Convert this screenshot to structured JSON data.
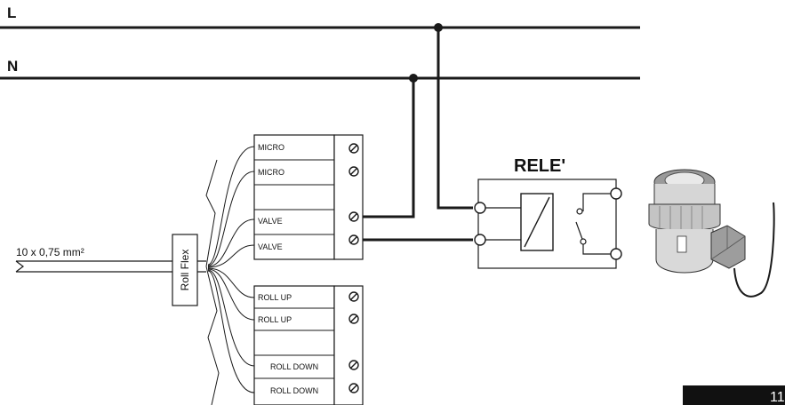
{
  "lines": {
    "l_label": "L",
    "n_label": "N"
  },
  "cable": {
    "spec_label": "10 x 0,75 mm²",
    "box_label": "Roll Flex"
  },
  "terminals": {
    "upper": [
      "MICRO",
      "MICRO",
      "",
      "VALVE",
      "VALVE"
    ],
    "lower": [
      "ROLL UP",
      "ROLL UP",
      "",
      "ROLL DOWN",
      "ROLL DOWN"
    ]
  },
  "relay": {
    "label": "RELE'"
  },
  "page": {
    "number": "11"
  },
  "colors": {
    "line": "#1a1a1a",
    "page_box": "#111111",
    "valve_body": "#cfcfcf"
  }
}
